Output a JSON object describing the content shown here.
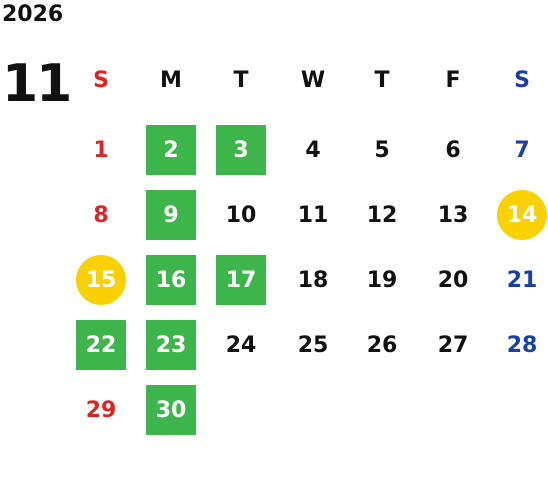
{
  "year": "2026",
  "month": "11",
  "weekdays": [
    "S",
    "M",
    "T",
    "W",
    "T",
    "F",
    "S"
  ],
  "weeks": [
    [
      {
        "day": "1",
        "style": "sun"
      },
      {
        "day": "2",
        "style": "green"
      },
      {
        "day": "3",
        "style": "green"
      },
      {
        "day": "4",
        "style": "plain"
      },
      {
        "day": "5",
        "style": "plain"
      },
      {
        "day": "6",
        "style": "plain"
      },
      {
        "day": "7",
        "style": "sat"
      }
    ],
    [
      {
        "day": "8",
        "style": "sun"
      },
      {
        "day": "9",
        "style": "green"
      },
      {
        "day": "10",
        "style": "plain"
      },
      {
        "day": "11",
        "style": "plain"
      },
      {
        "day": "12",
        "style": "plain"
      },
      {
        "day": "13",
        "style": "plain"
      },
      {
        "day": "14",
        "style": "gold"
      }
    ],
    [
      {
        "day": "15",
        "style": "gold"
      },
      {
        "day": "16",
        "style": "green"
      },
      {
        "day": "17",
        "style": "green"
      },
      {
        "day": "18",
        "style": "plain"
      },
      {
        "day": "19",
        "style": "plain"
      },
      {
        "day": "20",
        "style": "plain"
      },
      {
        "day": "21",
        "style": "sat"
      }
    ],
    [
      {
        "day": "22",
        "style": "green"
      },
      {
        "day": "23",
        "style": "green"
      },
      {
        "day": "24",
        "style": "plain"
      },
      {
        "day": "25",
        "style": "plain"
      },
      {
        "day": "26",
        "style": "plain"
      },
      {
        "day": "27",
        "style": "plain"
      },
      {
        "day": "28",
        "style": "sat"
      }
    ],
    [
      {
        "day": "29",
        "style": "sun"
      },
      {
        "day": "30",
        "style": "green"
      },
      null,
      null,
      null,
      null,
      null
    ]
  ],
  "colors": {
    "sunday": "#e02222",
    "saturday": "#1a3fa8",
    "highlight_green": "#3db54a",
    "highlight_gold": "#fbd000",
    "text": "#111111"
  }
}
